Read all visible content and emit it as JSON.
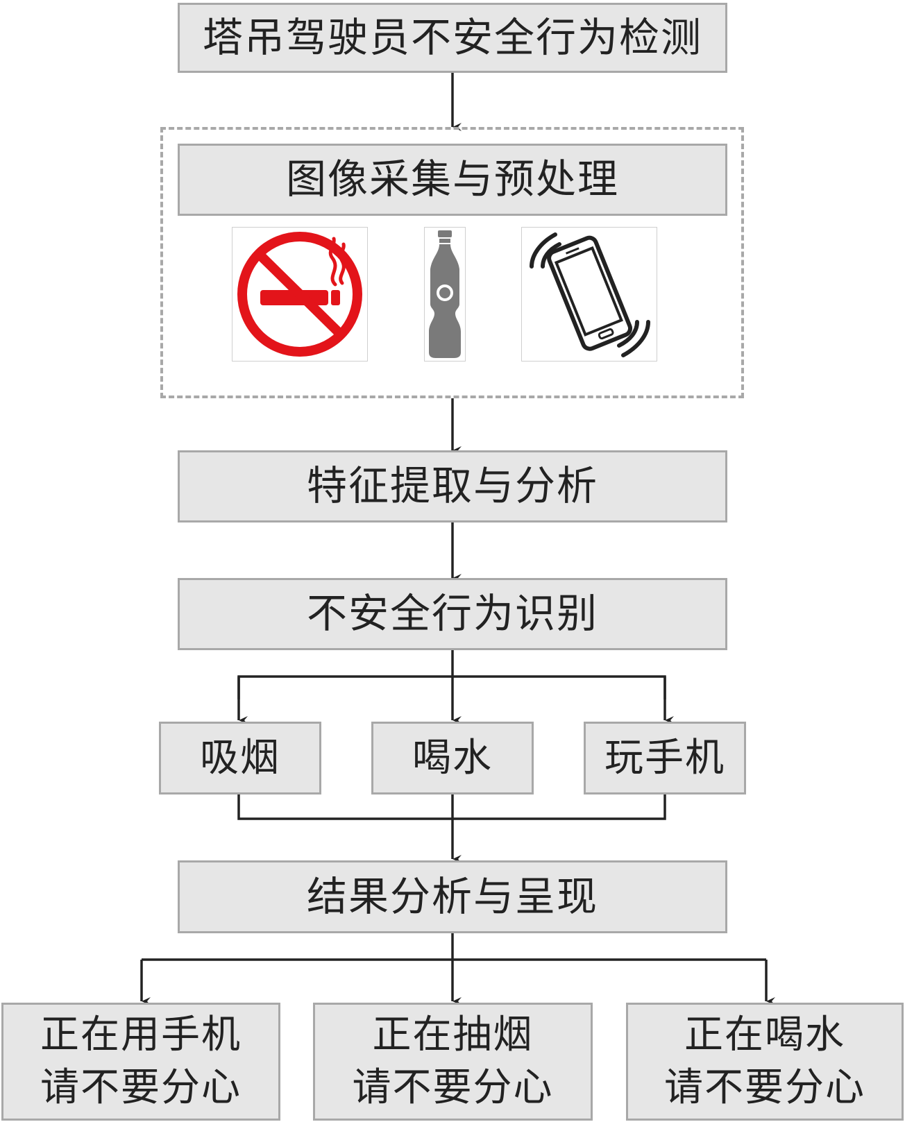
{
  "title": "塔吊驾驶员不安全行为检测",
  "acquisition": {
    "label": "图像采集与预处理",
    "icons": [
      "no-smoking-icon",
      "bottle-icon",
      "vibrating-phone-icon"
    ]
  },
  "feature": "特征提取与分析",
  "recognition": "不安全行为识别",
  "behaviors": [
    "吸烟",
    "喝水",
    "玩手机"
  ],
  "result": "结果分析与呈现",
  "warnings": [
    {
      "line1": "正在用手机",
      "line2": "请不要分心"
    },
    {
      "line1": "正在抽烟",
      "line2": "请不要分心"
    },
    {
      "line1": "正在喝水",
      "line2": "请不要分心"
    }
  ],
  "colors": {
    "box_fill": "#e6e6e6",
    "box_border": "#a8a8a8",
    "line": "#222222",
    "no_smoking_red": "#e3141a",
    "bottle_gray": "#7a7a7a"
  }
}
